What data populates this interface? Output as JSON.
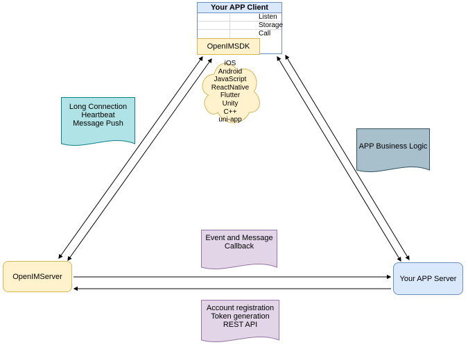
{
  "client": {
    "title": "Your APP Client",
    "rows": [
      "Listen",
      "Storage",
      "Call"
    ],
    "sdk_label": "OpenIMSDK"
  },
  "cloud": {
    "platforms": "iOS\nAndroid\nJavaScript\nReactNative\nFlutter\nUnity\nC++\nuni-app"
  },
  "notes": {
    "long_connection": "Long Connection\nHeartbeat\nMessage Push",
    "business_logic": "APP Business Logic",
    "event_callback": "Event and Message\nCallback",
    "rest_api": "Account registration\nToken generation\nREST API"
  },
  "nodes": {
    "openim_server": "OpenIMServer",
    "app_server": "Your APP Server"
  },
  "colors": {
    "blue_fill": "#dae8fc",
    "blue_stroke": "#6c8ebf",
    "yellow_fill": "#fff2cc",
    "yellow_stroke": "#d6b656",
    "teal_fill": "#b0e3e6",
    "teal_stroke": "#0e8088",
    "gray_fill": "#a8bfcc",
    "gray_stroke": "#33515f",
    "purple_fill": "#e1d5e7",
    "purple_stroke": "#9673a6",
    "arrow": "#000000"
  }
}
